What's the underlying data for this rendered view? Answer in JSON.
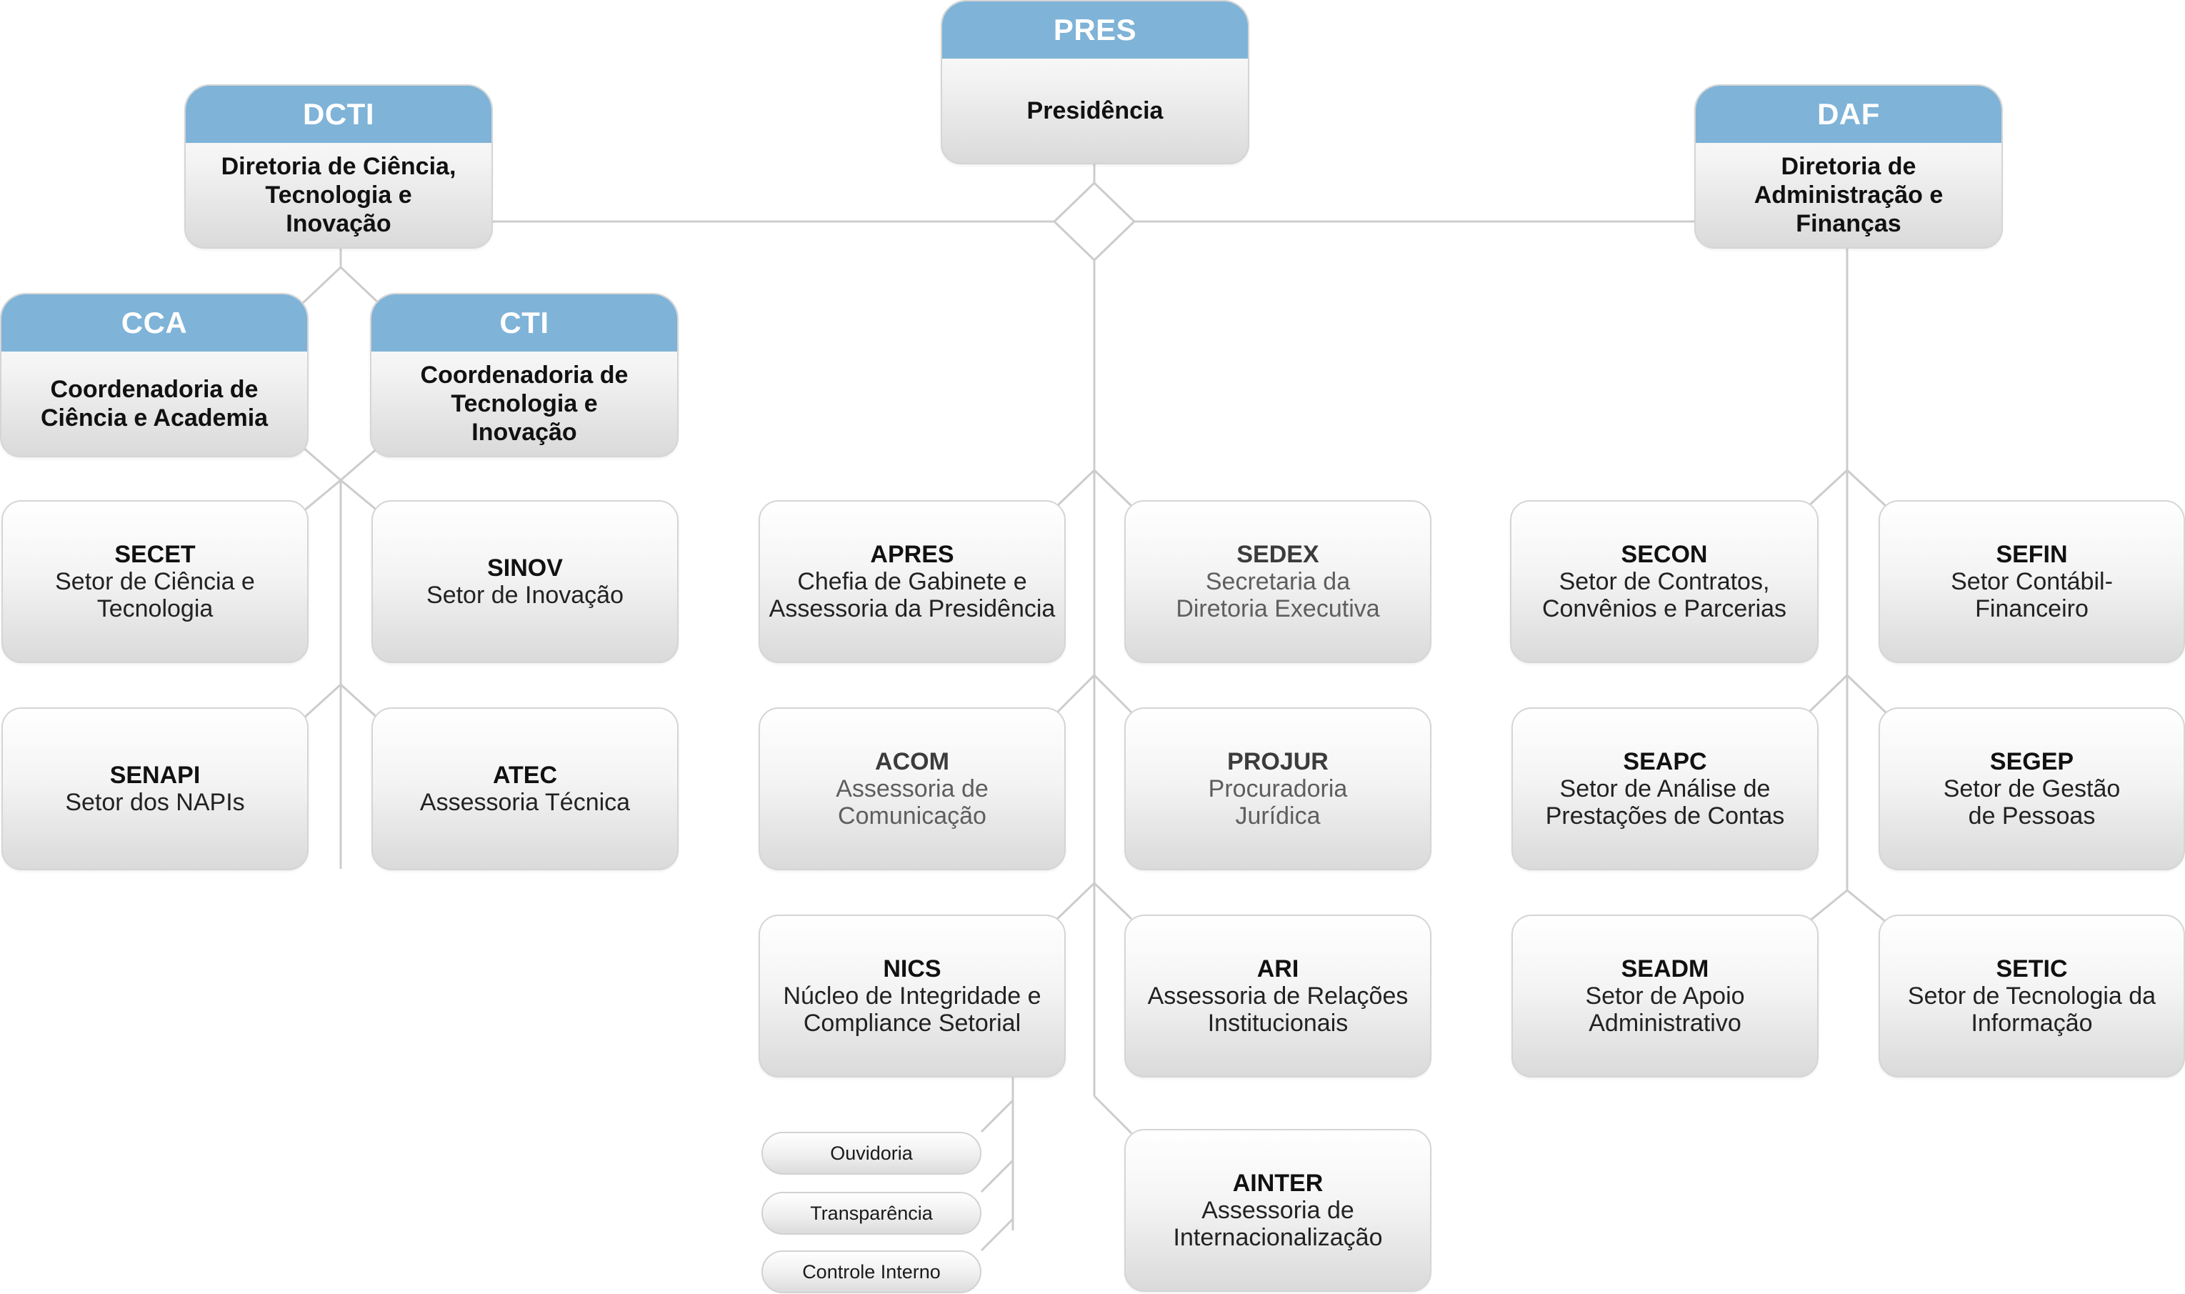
{
  "pres": {
    "code": "PRES",
    "name": "Presidência"
  },
  "dcti": {
    "code": "DCTI",
    "name": "Diretoria de Ciência, Tecnologia e Inovação"
  },
  "daf": {
    "code": "DAF",
    "name": "Diretoria de Administração e Finanças"
  },
  "cca": {
    "code": "CCA",
    "name": "Coordenadoria de Ciência e Academia"
  },
  "cti": {
    "code": "CTI",
    "name": "Coordenadoria de Tecnologia e Inovação"
  },
  "secet": {
    "code": "SECET",
    "desc": "Setor de Ciência e Tecnologia"
  },
  "sinov": {
    "code": "SINOV",
    "desc": "Setor de Inovação"
  },
  "senapi": {
    "code": "SENAPI",
    "desc": "Setor dos NAPIs"
  },
  "atec": {
    "code": "ATEC",
    "desc": "Assessoria Técnica"
  },
  "apres": {
    "code": "APRES",
    "desc": "Chefia de Gabinete e Assessoria da Presidência"
  },
  "sedex": {
    "code": "SEDEX",
    "desc": "Secretaria da Diretoria Executiva"
  },
  "acom": {
    "code": "ACOM",
    "desc": "Assessoria de Comunicação"
  },
  "projur": {
    "code": "PROJUR",
    "desc": "Procuradoria Jurídica"
  },
  "nics": {
    "code": "NICS",
    "desc": "Núcleo de Integridade e Compliance Setorial"
  },
  "ari": {
    "code": "ARI",
    "desc": "Assessoria de Relações Institucionais"
  },
  "ainter": {
    "code": "AINTER",
    "desc": "Assessoria de Internacionalização"
  },
  "nics_children": [
    "Ouvidoria",
    "Transparência",
    "Controle Interno"
  ],
  "secon": {
    "code": "SECON",
    "desc": "Setor de Contratos, Convênios e Parcerias"
  },
  "sefin": {
    "code": "SEFIN",
    "desc": "Setor Contábil-Financeiro"
  },
  "seapc": {
    "code": "SEAPC",
    "desc": "Setor de Análise de Prestações de Contas"
  },
  "segep": {
    "code": "SEGEP",
    "desc": "Setor de Gestão de Pessoas"
  },
  "seadm": {
    "code": "SEADM",
    "desc": "Setor de Apoio Administrativo"
  },
  "setic": {
    "code": "SETIC",
    "desc": "Setor de Tecnologia da Informação"
  }
}
